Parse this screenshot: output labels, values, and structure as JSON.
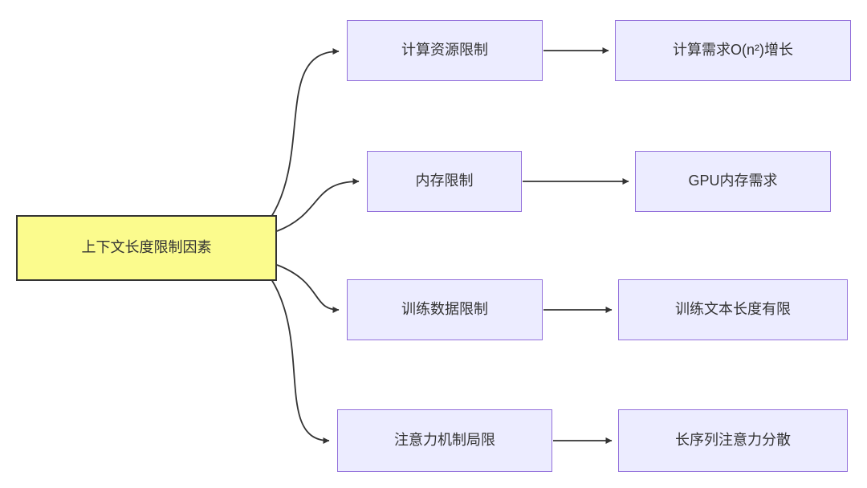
{
  "diagram": {
    "type": "flowchart",
    "direction": "left-to-right",
    "root": {
      "label": "上下文长度限制因素"
    },
    "branches": [
      {
        "mid": "计算资源限制",
        "end": "计算需求O(n²)增长"
      },
      {
        "mid": "内存限制",
        "end": "GPU内存需求"
      },
      {
        "mid": "训练数据限制",
        "end": "训练文本长度有限"
      },
      {
        "mid": "注意力机制局限",
        "end": "长序列注意力分散"
      }
    ],
    "colors": {
      "root_fill": "#FBFB8D",
      "root_border": "#333333",
      "node_fill": "#ECECFF",
      "node_border": "#9370DB",
      "edge": "#333333",
      "text": "#333333",
      "background": "#FFFFFF"
    }
  }
}
